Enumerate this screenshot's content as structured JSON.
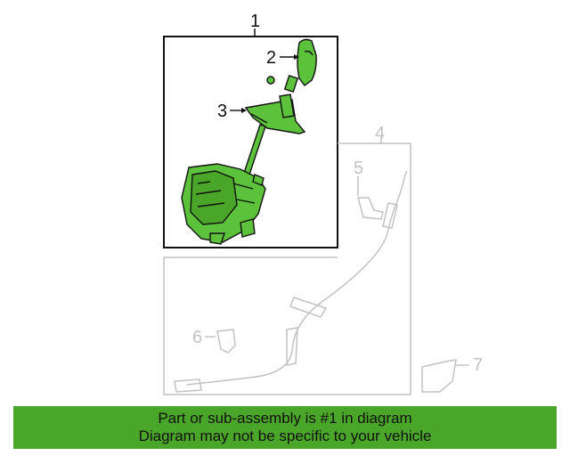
{
  "callouts": {
    "c1": "1",
    "c2": "2",
    "c3": "3",
    "c4": "4",
    "c5": "5",
    "c6": "6",
    "c7": "7"
  },
  "banner": {
    "line1": "Part or sub-assembly is #1 in diagram",
    "line2": "Diagram may not be specific to your vehicle"
  },
  "colors": {
    "highlight_green": "#4aa629",
    "part_green": "#5cc23c",
    "outline": "#111111",
    "ghost_grey": "#c2c2c2"
  },
  "icons": {
    "shifter": "shifter-assembly-icon",
    "knob": "shift-knob-icon",
    "boot": "shift-boot-icon",
    "cable": "shift-cable-icon"
  }
}
